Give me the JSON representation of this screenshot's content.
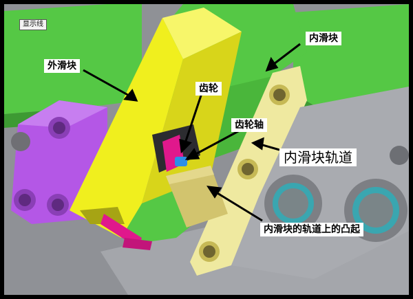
{
  "toolbar": {
    "tag_label": "显示线"
  },
  "annotations": {
    "outer_slider": "外滑块",
    "gear": "齿轮",
    "gear_shaft": "齿轮轴",
    "inner_slider": "内滑块",
    "inner_track": "内滑块轨道",
    "track_bump": "内滑块的轨道上的凸起"
  },
  "colors": {
    "frame": "#000000",
    "background_gray": "#8f9196",
    "green_block": "#55c845",
    "yellow_slider": "#f0ef1e",
    "purple_block": "#b457e6",
    "khaki_slider": "#d2c46e",
    "light_yellow_track": "#efe9a0",
    "magenta_gear": "#e0188c",
    "blue_shaft": "#2b8fe8",
    "teal_hole": "#3aa6b0"
  }
}
